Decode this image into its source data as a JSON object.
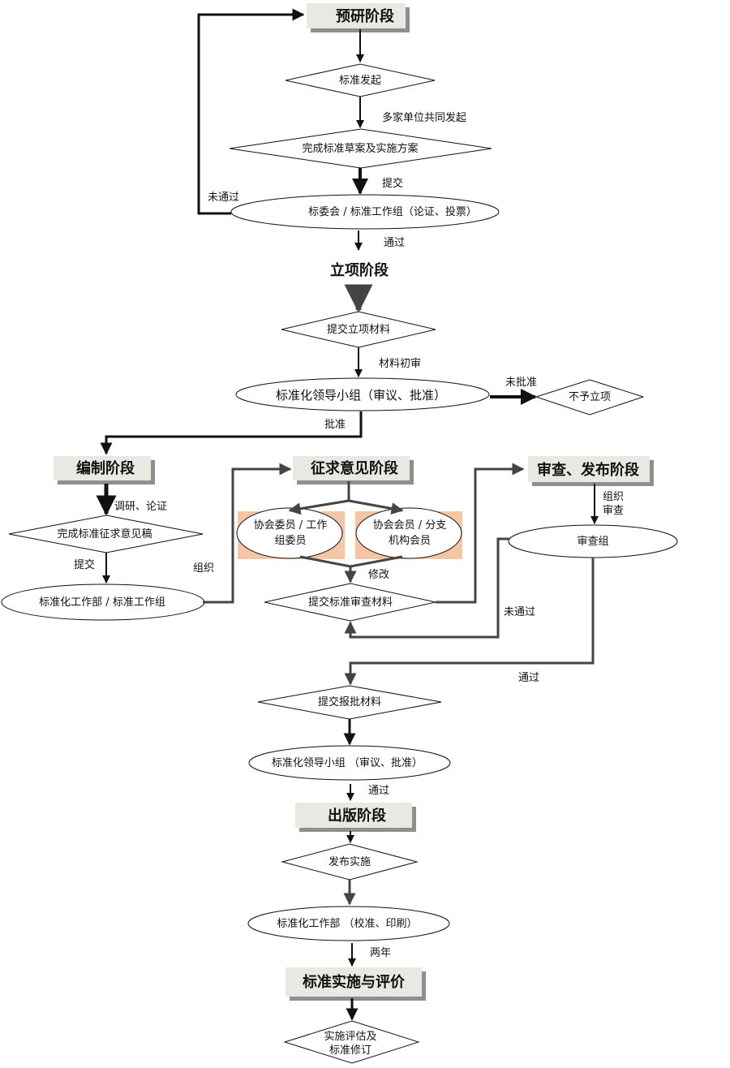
{
  "stages": {
    "preresearch": "预研阶段",
    "initiation": "立项阶段",
    "drafting": "编制阶段",
    "consultation": "征求意见阶段",
    "review_publish": "审查、发布阶段",
    "publication": "出版阶段",
    "evaluation": "标准实施与评价"
  },
  "nodes": {
    "std_initiate": "标准发起",
    "complete_draft": "完成标准草案及实施方案",
    "committee": "标委会 / 标准工作组（论证、投票）",
    "submit_materials": "提交立项材料",
    "leading_group_1": "标准化领导小组（审议、批准）",
    "not_approved_node": "不予立项",
    "complete_consult_draft": "完成标准征求意见稿",
    "std_dept_group": "标准化工作部 / 标准工作组",
    "assoc_committee_line1": "协会委员 / 工作",
    "assoc_committee_line2": "组委员",
    "assoc_member_line1": "协会会员 / 分支",
    "assoc_member_line2": "机构会员",
    "submit_review": "提交标准审查材料",
    "review_group": "审查组",
    "submit_approval": "提交报批材料",
    "leading_group_2": "标准化领导小组 （审议、批准）",
    "release": "发布实施",
    "std_dept_print": "标准化工作部 （校准、印刷）",
    "eval_line1": "实施评估及",
    "eval_line2": "标准修订"
  },
  "edges": {
    "multi_units": "多家单位共同发起",
    "submit_1": "提交",
    "not_passed_1": "未通过",
    "passed_1": "通过",
    "material_review": "材料初审",
    "not_approved": "未批准",
    "approved": "批准",
    "research": "调研、论证",
    "submit_2": "提交",
    "organize_1": "组织",
    "modify": "修改",
    "organize_2": "组织",
    "review_2": "审查",
    "not_passed_2": "未通过",
    "passed_2": "通过",
    "passed_3": "通过",
    "two_years": "两年"
  },
  "colors": {
    "line_dark": "#111111",
    "line_gray": "#444444",
    "stage_box_fill": "#e9e9e3",
    "stage_box_shadow": "#8f8f8f",
    "highlight_fill": "#f4c6a3"
  }
}
